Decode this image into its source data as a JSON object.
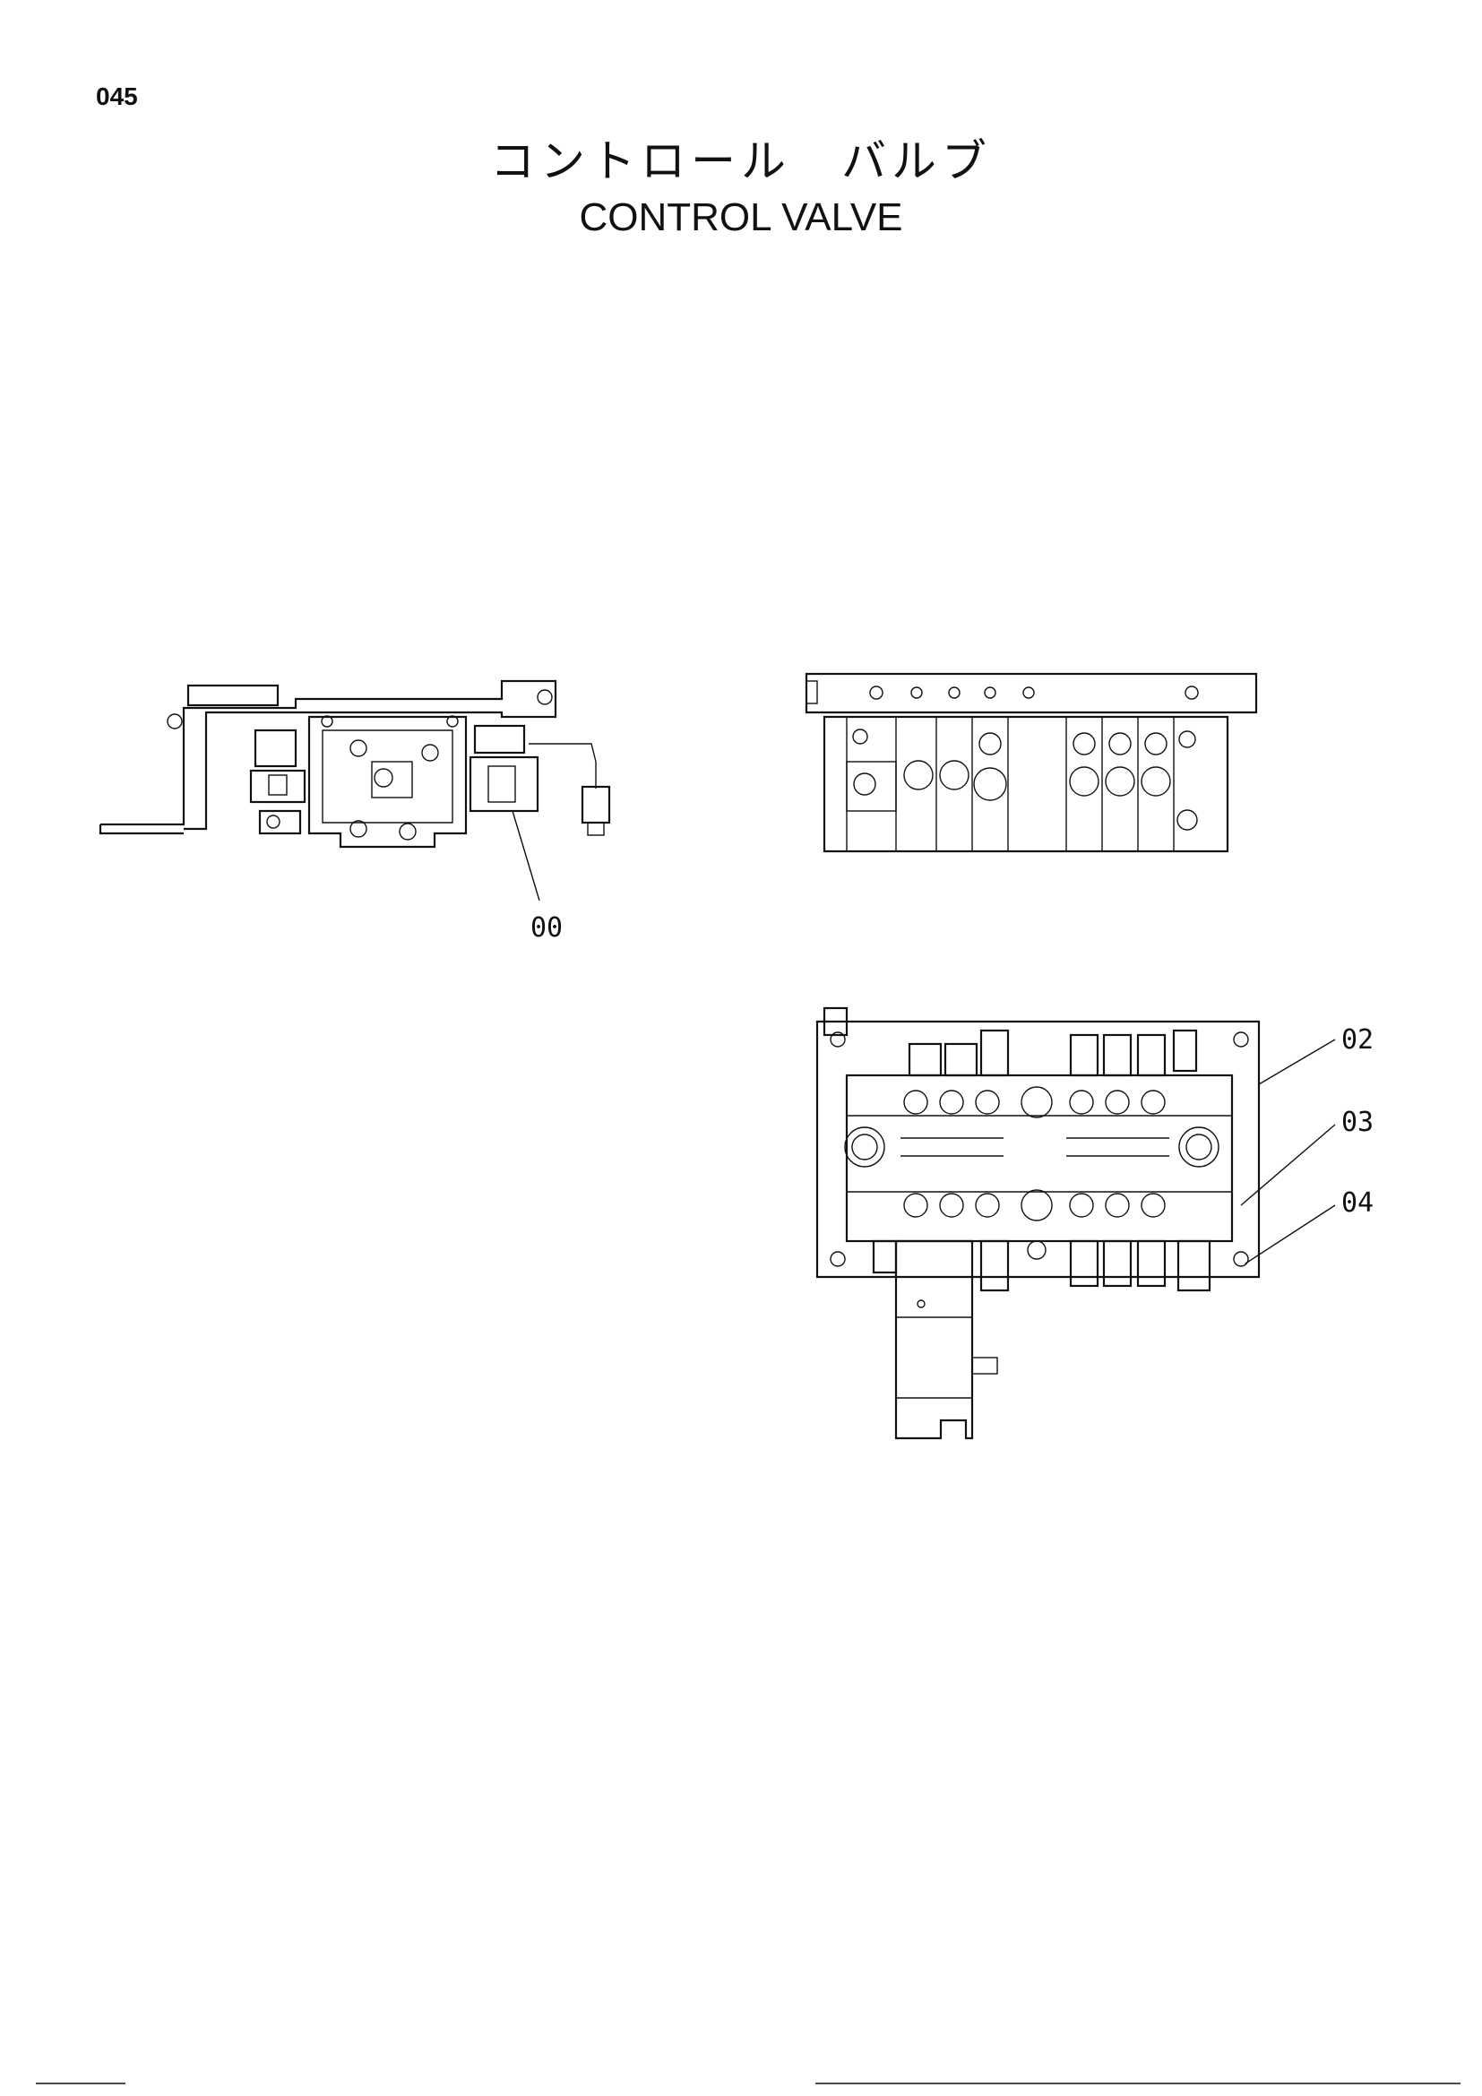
{
  "page": {
    "number": "045"
  },
  "title": {
    "japanese": "コントロール　バルブ",
    "english": "CONTROL  VALVE"
  },
  "callouts": [
    {
      "id": "part-00",
      "label": "00"
    },
    {
      "id": "part-02",
      "label": "02"
    },
    {
      "id": "part-03",
      "label": "03"
    },
    {
      "id": "part-04",
      "label": "04"
    }
  ]
}
